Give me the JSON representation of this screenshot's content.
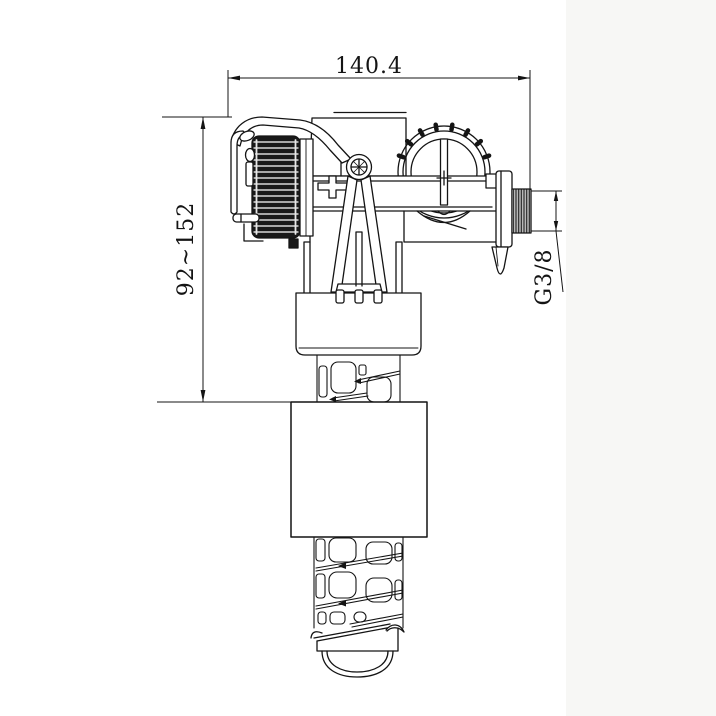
{
  "dimensions": {
    "overall_width": "140.4",
    "adjustable_height": "92~152",
    "inlet_thread": "G3/8"
  },
  "colors": {
    "line": "#141414",
    "background": "#ffffff",
    "knob_fill": "#191919"
  }
}
